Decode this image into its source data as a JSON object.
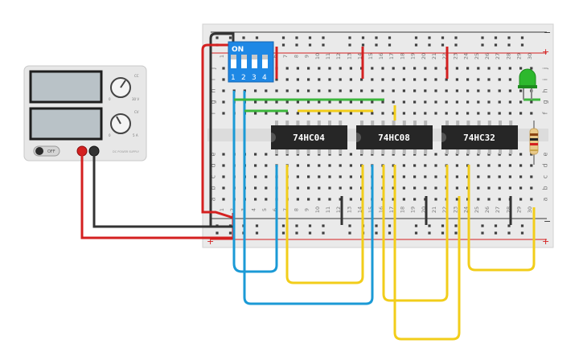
{
  "power_supply": {
    "off_label": "OFF",
    "knob_top_label": "CC",
    "knob_bottom_label": "CV",
    "range_label_1": "0",
    "range_label_2": "30 V",
    "range_label_3": "0",
    "range_label_4": "5 A",
    "brand_label": "DC POWER SUPPLY"
  },
  "breadboard": {
    "rail_plus": "+",
    "rail_minus": "−",
    "row_letters_top": [
      "j",
      "i",
      "h",
      "g",
      "f"
    ],
    "row_letters_bottom": [
      "e",
      "d",
      "c",
      "b",
      "a"
    ],
    "columns": [
      "1",
      "2",
      "3",
      "4",
      "5",
      "6",
      "7",
      "8",
      "9",
      "10",
      "11",
      "12",
      "13",
      "14",
      "15",
      "16",
      "17",
      "18",
      "19",
      "20",
      "21",
      "22",
      "23",
      "24",
      "25",
      "26",
      "27",
      "28",
      "29",
      "30"
    ]
  },
  "dip_switch": {
    "on_label": "ON",
    "numbers": [
      "1",
      "2",
      "3",
      "4"
    ]
  },
  "chips": [
    {
      "label": "74HC04"
    },
    {
      "label": "74HC08"
    },
    {
      "label": "74HC32"
    }
  ],
  "components": {
    "led_color": "#2db82d",
    "resistor_color": "#e8c98a"
  },
  "colors": {
    "wire_red": "#d42020",
    "wire_black": "#333333",
    "wire_blue": "#1b9ad6",
    "wire_yellow": "#f2cd1a",
    "wire_green": "#3cb63c",
    "dip_blue": "#1e88e5",
    "chip_body": "#262626"
  }
}
